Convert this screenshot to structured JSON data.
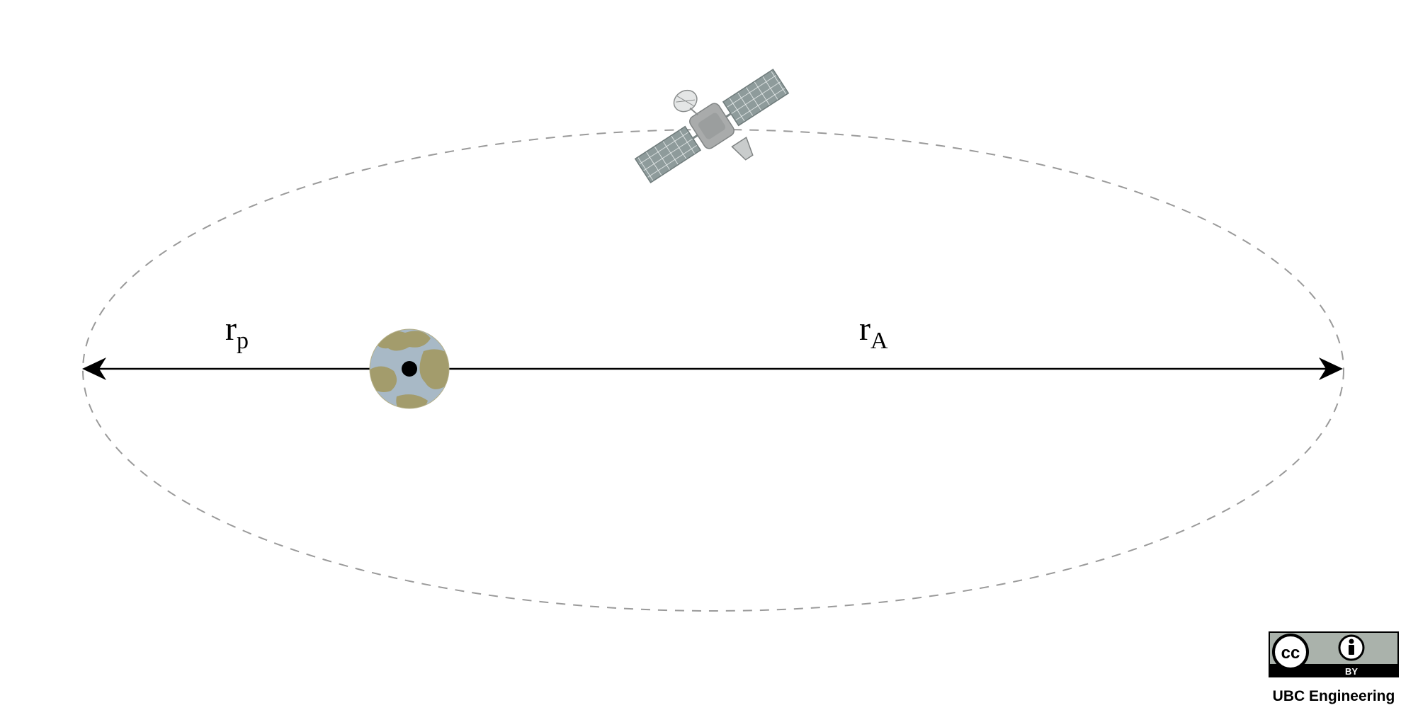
{
  "diagram": {
    "labels": {
      "periapsis": {
        "main": "r",
        "sub": "p"
      },
      "apoapsis": {
        "main": "r",
        "sub": "A"
      }
    },
    "colors": {
      "orbit": "#9a9a9a",
      "axis": "#000000",
      "earth_land": "#a39c6c",
      "earth_water": "#a8b9c6",
      "satellite_panel": "#8e9b9b",
      "satellite_body": "#a9abab"
    },
    "icons": {
      "planet": "earth-icon",
      "spacecraft": "satellite-icon"
    }
  },
  "license": {
    "cc_text": "cc",
    "by_text": "BY",
    "credit": "UBC Engineering"
  }
}
